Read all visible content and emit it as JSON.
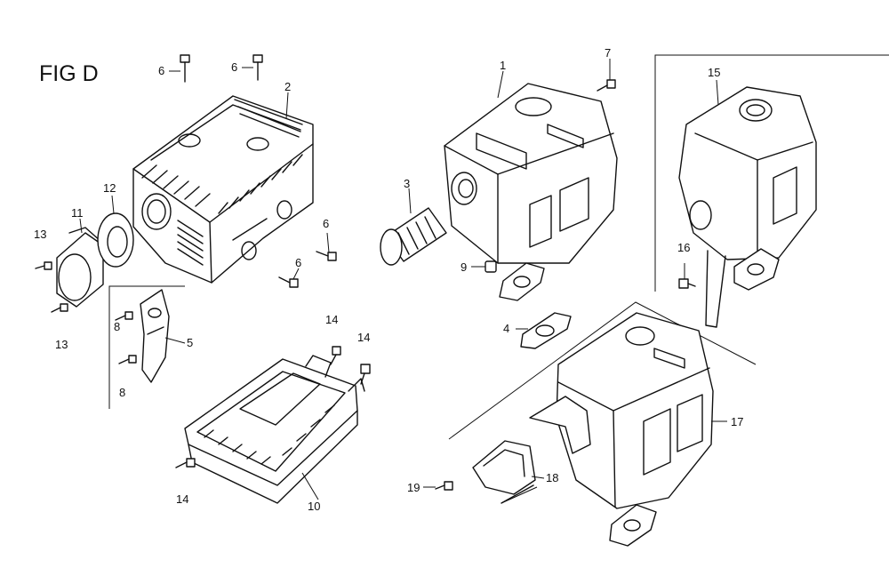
{
  "figure": {
    "title": "FIG D"
  },
  "callouts": {
    "c1": "1",
    "c2": "2",
    "c3": "3",
    "c4": "4",
    "c5": "5",
    "c6a": "6",
    "c6b": "6",
    "c6c": "6",
    "c6d": "6",
    "c7": "7",
    "c8a": "8",
    "c8b": "8",
    "c9": "9",
    "c10": "10",
    "c11": "11",
    "c12": "12",
    "c13a": "13",
    "c13b": "13",
    "c14a": "14",
    "c14b": "14",
    "c14c": "14",
    "c15": "15",
    "c16": "16",
    "c17": "17",
    "c18": "18",
    "c19": "19"
  }
}
